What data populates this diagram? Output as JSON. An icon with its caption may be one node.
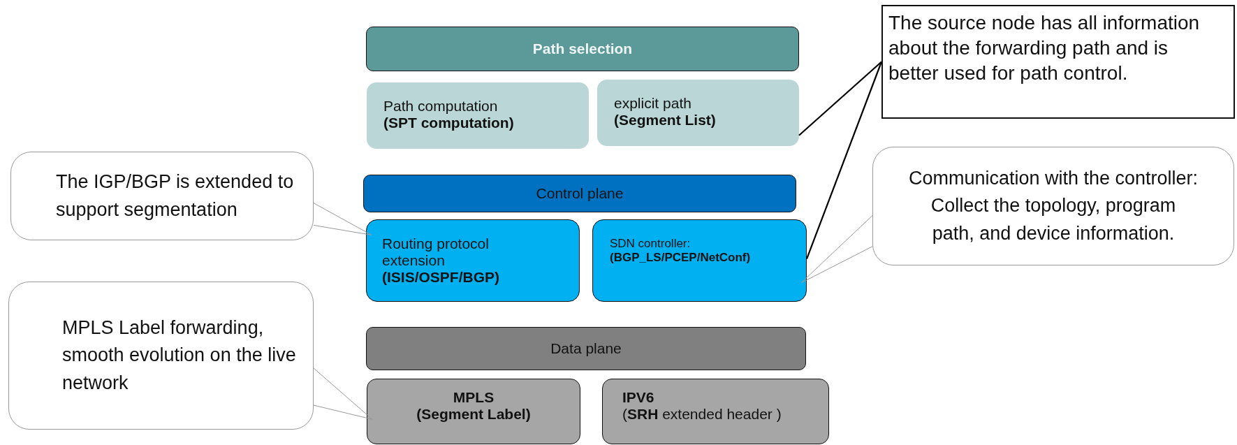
{
  "diagram": {
    "nodes": [
      {
        "text": [
          "Path selection"
        ]
      },
      {
        "text": [
          "Path computation **(SPT computation)**"
        ]
      },
      {
        "text": [
          "explicit path **(Segment List)**"
        ]
      },
      {
        "text": [
          "Control plane"
        ]
      },
      {
        "text": [
          "Routing protocol extension **(ISIS/OSPF/BGP)**"
        ]
      },
      {
        "text": [
          "SDN controller: **(BGP_LS/PCEP/NetConf)**"
        ]
      },
      {
        "text": [
          "Data plane"
        ]
      },
      {
        "text": [
          "MPLS",
          "(Segment Label)"
        ]
      },
      {
        "text": [
          "IPV6",
          "(**SRH** extended header )"
        ]
      },
      {
        "text": [
          "The IGP/BGP is extended to support segmentation"
        ]
      },
      {
        "text": [
          "MPLS Label forwarding, smooth evolution on the live network"
        ]
      },
      {
        "text": [
          "The source node has all information about the forwarding path and is better used for path control."
        ]
      },
      {
        "text": [
          "Communication with the controller: Collect the topology, program path, and device information."
        ]
      }
    ],
    "edges": [
      {
        "from": 9,
        "to": 4,
        "arrow": "none"
      },
      {
        "from": 10,
        "to": 7,
        "arrow": "none"
      },
      {
        "from": 12,
        "to": 5,
        "arrow": "none"
      },
      {
        "from": 11,
        "to": 2,
        "arrow": "none",
        "color": "#000000"
      },
      {
        "from": 11,
        "to": 5,
        "arrow": "none",
        "color": "#000000"
      }
    ]
  }
}
